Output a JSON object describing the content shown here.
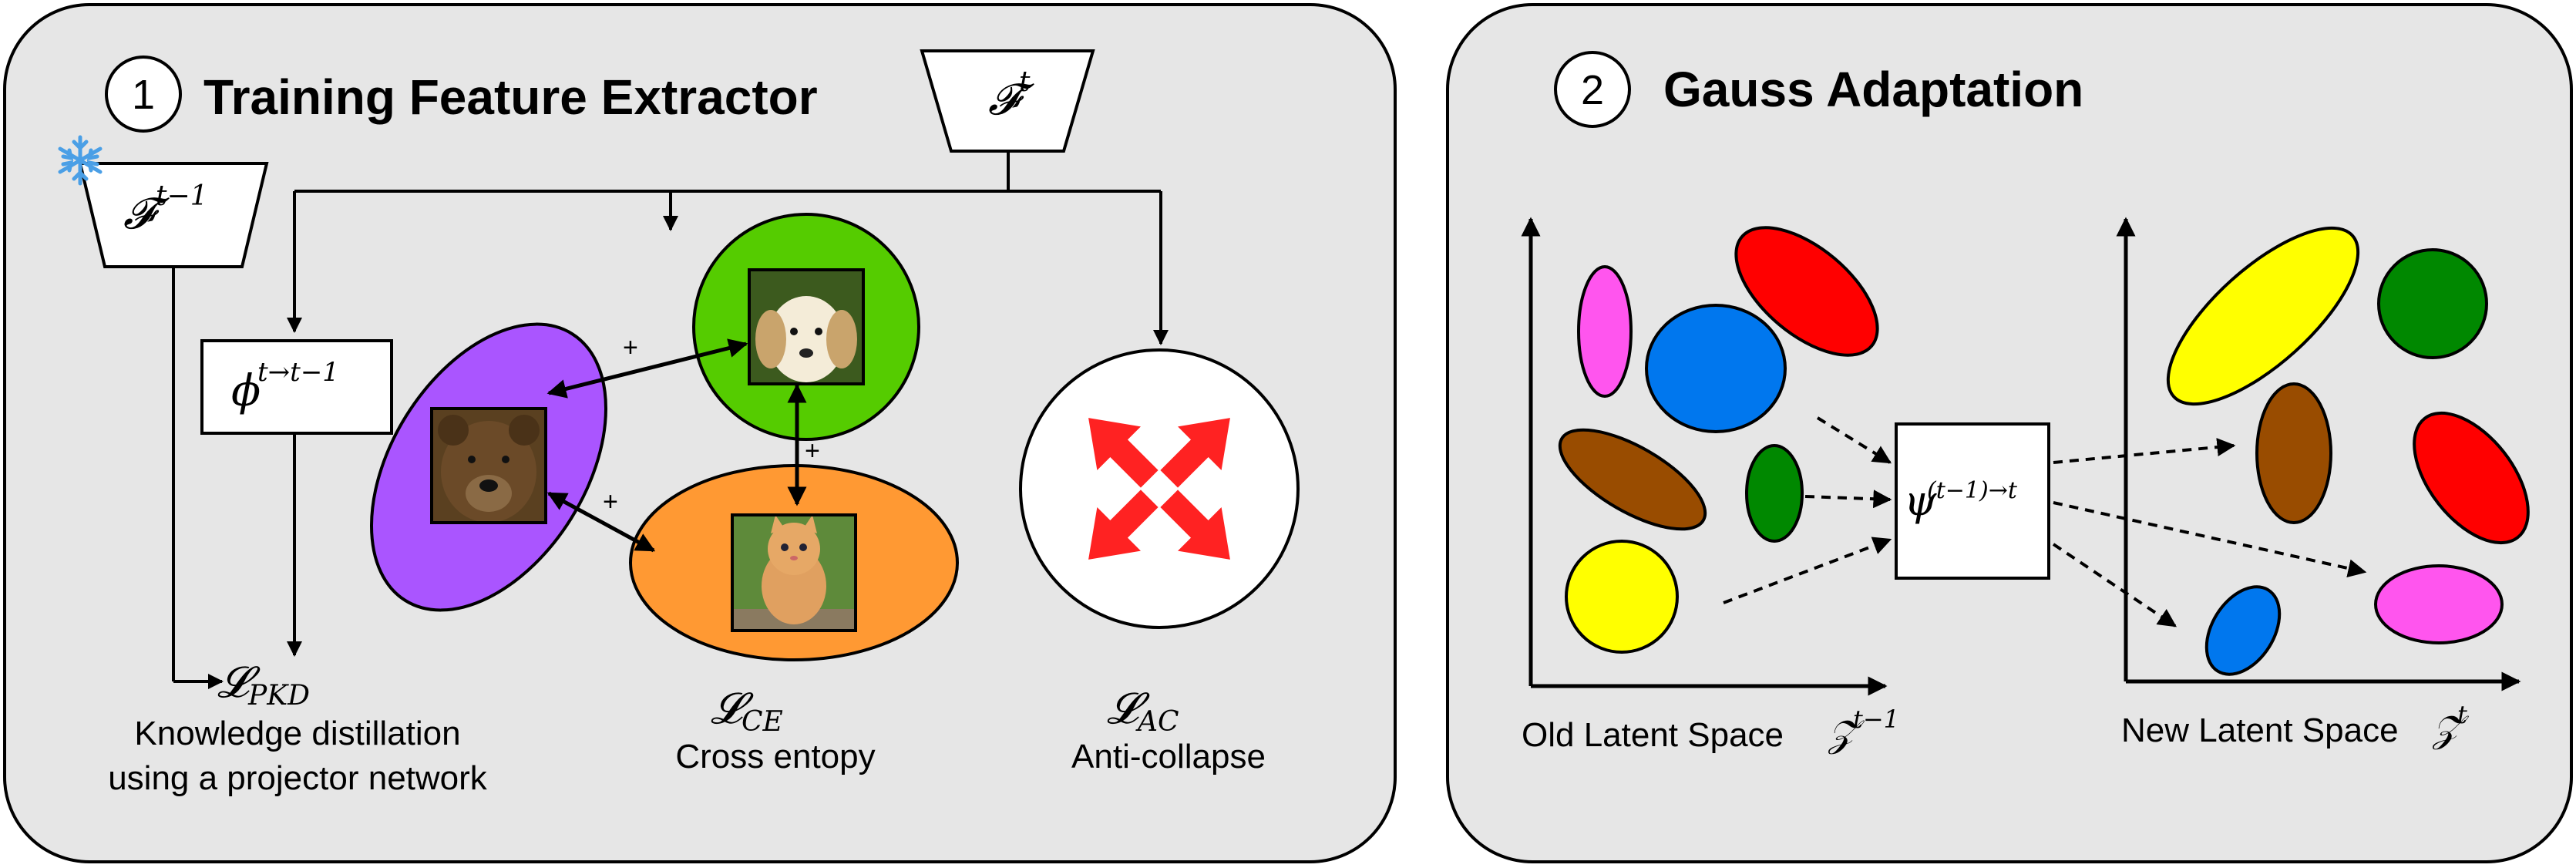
{
  "panel1": {
    "number": "1",
    "title": "Training Feature Extractor",
    "frozen_icon": "snowflake-icon",
    "old_extractor": {
      "symbol": "𝓕",
      "sup": "t−1"
    },
    "new_extractor": {
      "symbol": "𝓕",
      "sup": "t"
    },
    "projector": {
      "symbol": "ϕ",
      "sup": "t→t−1"
    },
    "plus_signs": [
      "+",
      "+",
      "+"
    ],
    "images": [
      "bear",
      "dog",
      "cat"
    ],
    "losses": [
      {
        "symbol": "𝓛",
        "sub": "PKD",
        "caption_lines": [
          "Knowledge distillation",
          "using a projector network"
        ]
      },
      {
        "symbol": "𝓛",
        "sub": "CE",
        "caption_lines": [
          "Cross entopy"
        ]
      },
      {
        "symbol": "𝓛",
        "sub": "AC",
        "caption_lines": [
          "Anti-collapse"
        ]
      }
    ]
  },
  "panel2": {
    "number": "2",
    "title": "Gauss Adaptation",
    "adapter": {
      "symbol": "ψ",
      "sup": "(t−1)→t"
    },
    "old_space": {
      "label": "Old Latent Space ",
      "symbol": "𝒵",
      "sup": "t−1"
    },
    "new_space": {
      "label": "New Latent Space ",
      "symbol": "𝒵",
      "sup": "t"
    },
    "colors": {
      "magenta": "#ff55ee",
      "red": "#ff0000",
      "blue": "#0077ee",
      "brown": "#994c00",
      "green": "#008800",
      "yellow": "#ffff00"
    }
  },
  "colors": {
    "panel_bg": "#e6e6e6",
    "purple": "#aa55ff",
    "green_circle": "#55cc00",
    "orange": "#ff9933",
    "arrow_red": "#ff2222"
  }
}
